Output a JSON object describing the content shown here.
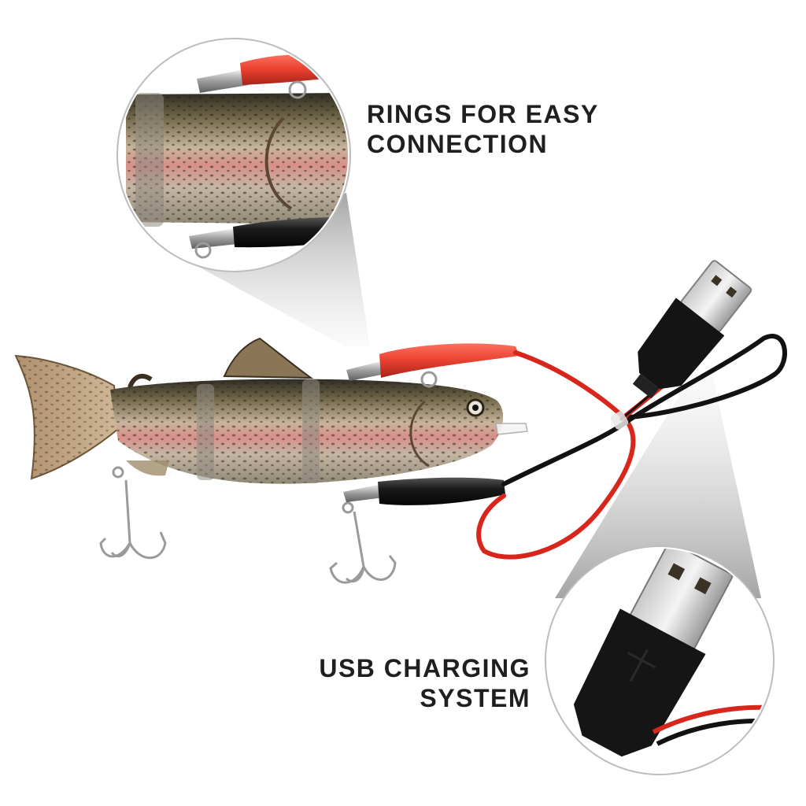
{
  "callouts": {
    "rings": {
      "line1": "RINGS FOR EASY",
      "line2": "CONNECTION"
    },
    "usb": {
      "line1": "USB CHARGING",
      "line2": "SYSTEM"
    }
  },
  "colors": {
    "text": "#1f1f1f",
    "clip_red": "#e8402f",
    "clip_black": "#141414",
    "wire_red": "#d8261c",
    "fish_back": "#3d3a2c",
    "fish_side": "#b9a48a",
    "fish_pink": "#d48a86"
  }
}
